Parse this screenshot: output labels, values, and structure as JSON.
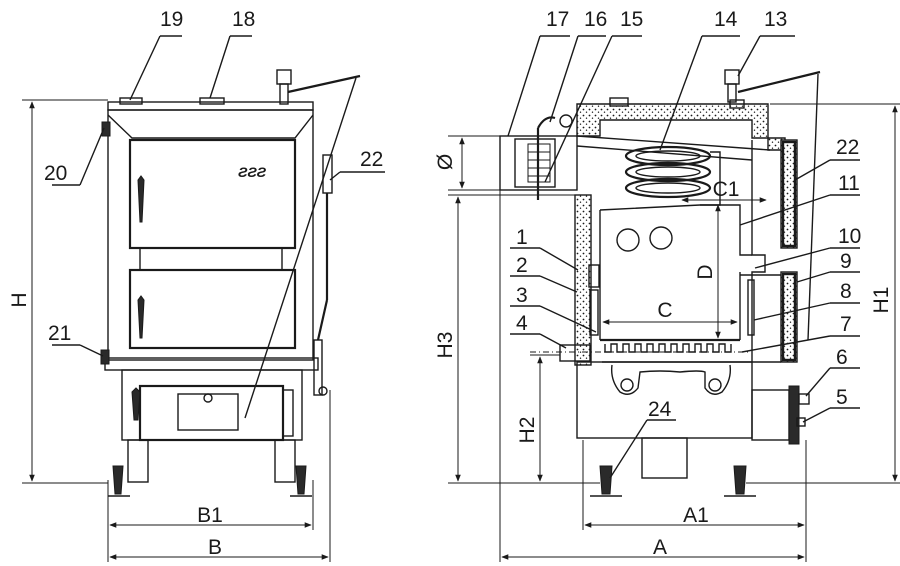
{
  "front_view": {
    "callouts": [
      "19",
      "18",
      "20",
      "21",
      "22"
    ]
  },
  "section_view": {
    "callouts": [
      "17",
      "16",
      "15",
      "14",
      "13",
      "22",
      "11",
      "10",
      "9",
      "8",
      "7",
      "6",
      "5",
      "24",
      "1",
      "2",
      "3",
      "4"
    ]
  },
  "dimensions": {
    "H": "H",
    "B1": "B1",
    "B": "B",
    "diameter": "Ø",
    "C1": "C1",
    "D": "D",
    "C": "C",
    "H3": "H3",
    "H2": "H2",
    "H1": "H1",
    "A1": "A1",
    "A": "A"
  },
  "door_logo": "ƧƧƧ"
}
